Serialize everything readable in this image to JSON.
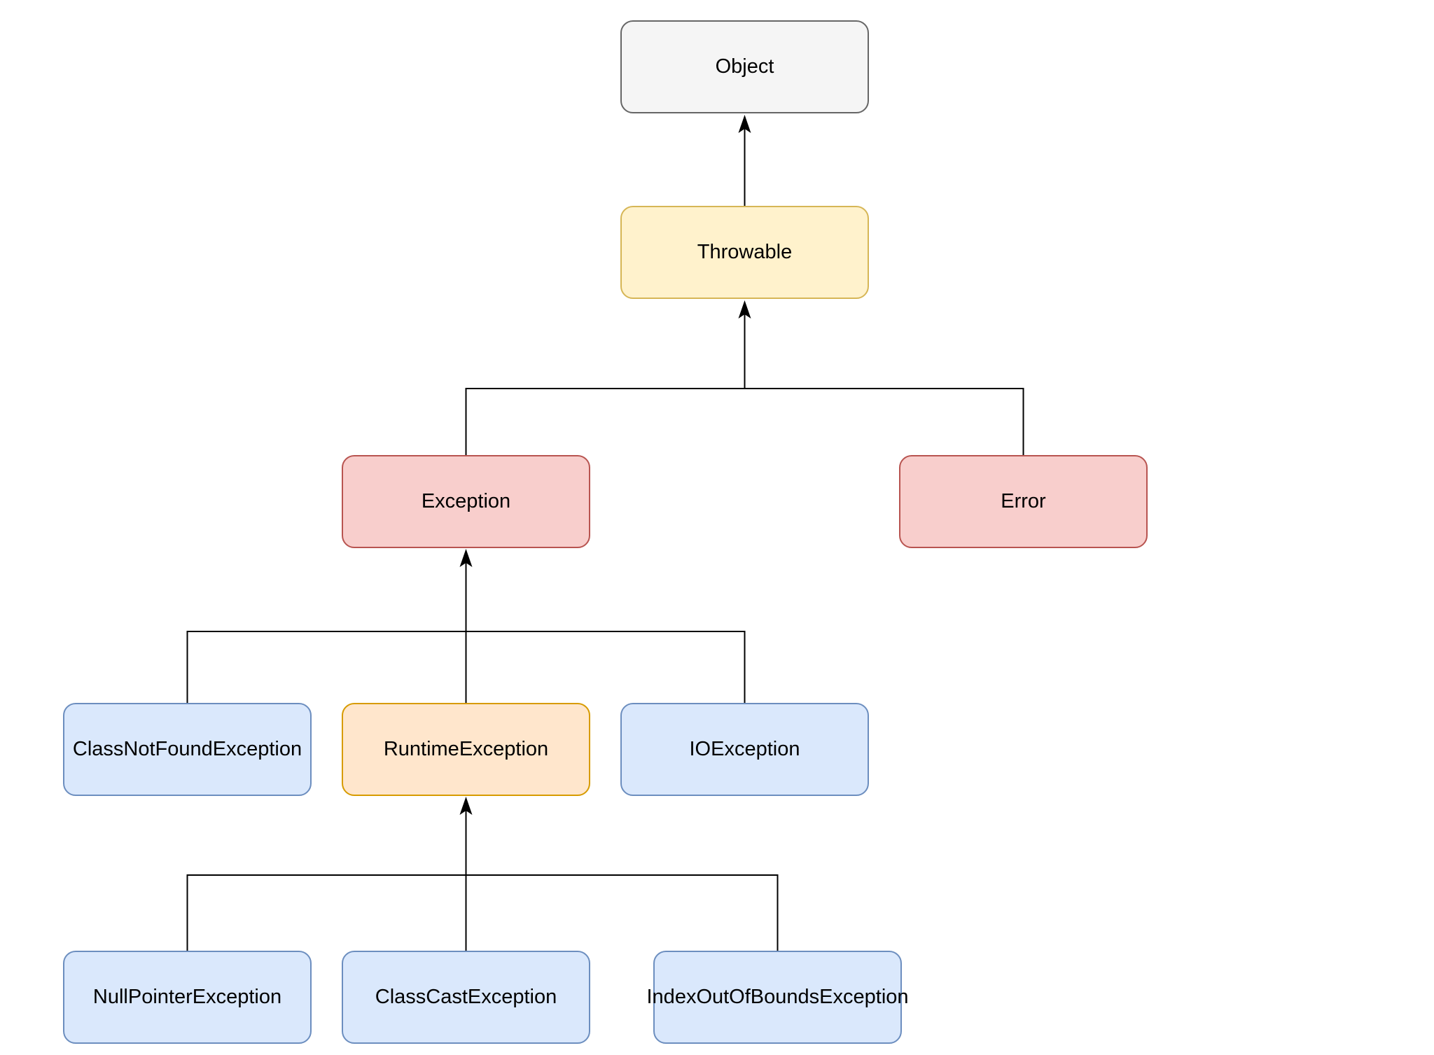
{
  "diagram": {
    "type": "class-hierarchy-tree",
    "edge_color": "#000000",
    "nodes": {
      "object": {
        "label": "Object",
        "fill": "#f5f5f5",
        "border": "#666666"
      },
      "throwable": {
        "label": "Throwable",
        "fill": "#fff2cc",
        "border": "#d6b656"
      },
      "exception": {
        "label": "Exception",
        "fill": "#f8cecc",
        "border": "#b85450"
      },
      "error": {
        "label": "Error",
        "fill": "#f8cecc",
        "border": "#b85450"
      },
      "class_not_found_exception": {
        "label": "ClassNotFoundException",
        "fill": "#dae8fc",
        "border": "#6c8ebf"
      },
      "runtime_exception": {
        "label": "RuntimeException",
        "fill": "#ffe6cc",
        "border": "#d79b00"
      },
      "io_exception": {
        "label": "IOException",
        "fill": "#dae8fc",
        "border": "#6c8ebf"
      },
      "null_pointer_exception": {
        "label": "NullPointerException",
        "fill": "#dae8fc",
        "border": "#6c8ebf"
      },
      "class_cast_exception": {
        "label": "ClassCastException",
        "fill": "#dae8fc",
        "border": "#6c8ebf"
      },
      "index_out_of_bounds_exception": {
        "label": "IndexOutOfBoundsException",
        "fill": "#dae8fc",
        "border": "#6c8ebf"
      }
    },
    "edges": [
      {
        "from": "Throwable",
        "to": "Object"
      },
      {
        "from": "Exception",
        "to": "Throwable"
      },
      {
        "from": "Error",
        "to": "Throwable"
      },
      {
        "from": "ClassNotFoundException",
        "to": "Exception"
      },
      {
        "from": "RuntimeException",
        "to": "Exception"
      },
      {
        "from": "IOException",
        "to": "Exception"
      },
      {
        "from": "NullPointerException",
        "to": "RuntimeException"
      },
      {
        "from": "ClassCastException",
        "to": "RuntimeException"
      },
      {
        "from": "IndexOutOfBoundsException",
        "to": "RuntimeException"
      }
    ]
  }
}
